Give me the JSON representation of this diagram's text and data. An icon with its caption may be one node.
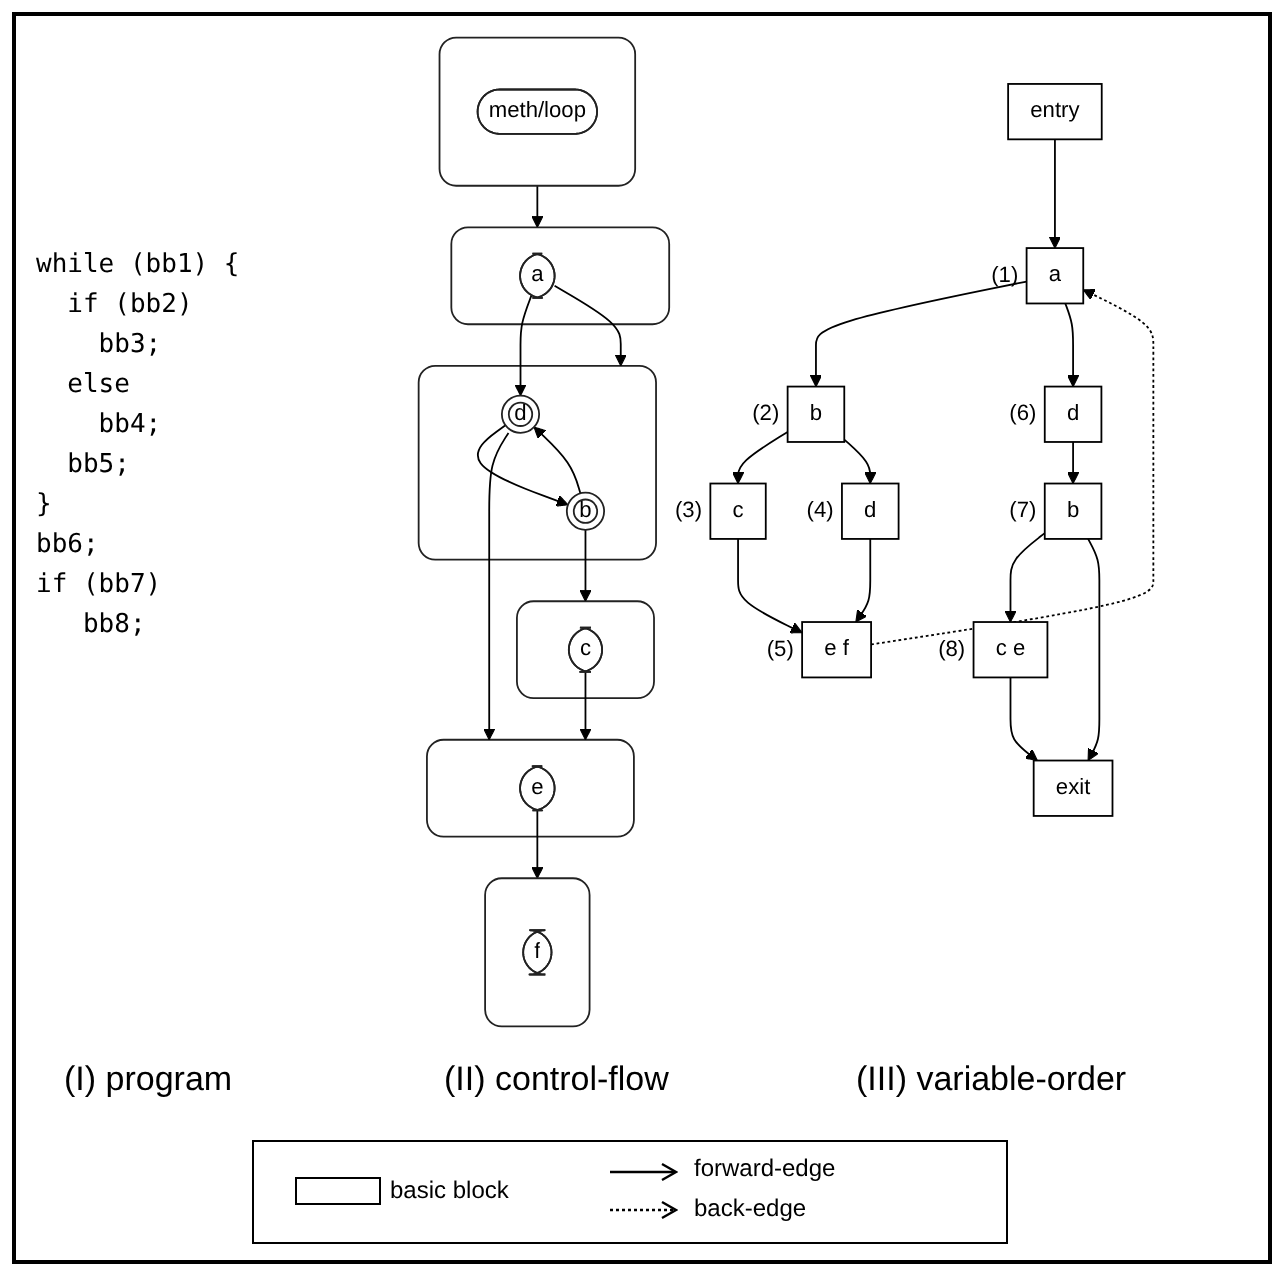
{
  "diagram": {
    "nodes": [
      {
        "text": [
          "entry"
        ]
      },
      {
        "text": [
          "a"
        ],
        "beside": [
          "(1)"
        ]
      },
      {
        "text": [
          "b"
        ],
        "beside": [
          "(2)"
        ]
      },
      {
        "text": [
          "c"
        ],
        "beside": [
          "(3)"
        ]
      },
      {
        "text": [
          "d"
        ],
        "beside": [
          "(4)"
        ]
      },
      {
        "text": [
          "e f"
        ],
        "beside": [
          "(5)"
        ]
      },
      {
        "text": [
          "d"
        ],
        "beside": [
          "(6)"
        ]
      },
      {
        "text": [
          "b"
        ],
        "beside": [
          "(7)"
        ]
      },
      {
        "text": [
          "c e"
        ],
        "beside": [
          "(8)"
        ]
      },
      {
        "text": [
          "exit"
        ]
      },
      {
        "text": [],
        "shape": "box"
      },
      {
        "text": [
          "meth/loop"
        ],
        "in": 10
      },
      {
        "text": [],
        "shape": "box"
      },
      {
        "text": [
          "a"
        ],
        "in": 12
      },
      {
        "text": [],
        "shape": "box"
      },
      {
        "text": [
          "b"
        ],
        "in": 14
      },
      {
        "text": [
          "d"
        ],
        "in": 14
      },
      {
        "text": [],
        "shape": "box"
      },
      {
        "text": [
          "c"
        ],
        "in": 17
      },
      {
        "text": [],
        "shape": "box"
      },
      {
        "text": [
          "e"
        ],
        "in": 19
      },
      {
        "text": [],
        "shape": "box"
      },
      {
        "text": [
          "f"
        ],
        "in": 21
      }
    ],
    "edges": [
      {
        "from": 0,
        "to": 1,
        "arrow": "to"
      },
      {
        "from": 1,
        "to": 2,
        "arrow": "to"
      },
      {
        "from": 2,
        "to": 3,
        "arrow": "to"
      },
      {
        "from": 2,
        "to": 4,
        "arrow": "to"
      },
      {
        "from": 3,
        "to": 5,
        "arrow": "to"
      },
      {
        "from": 4,
        "to": 5,
        "arrow": "to"
      },
      {
        "from": 5,
        "to": 1,
        "arrow": "to",
        "style": "dashed"
      },
      {
        "from": 1,
        "to": 6,
        "arrow": "to"
      },
      {
        "from": 6,
        "to": 7,
        "arrow": "to"
      },
      {
        "from": 7,
        "to": 8,
        "arrow": "to"
      },
      {
        "from": 7,
        "to": 9,
        "arrow": "to"
      },
      {
        "from": 8,
        "to": 9,
        "arrow": "to"
      },
      {
        "from": 10,
        "to": 12,
        "arrow": "to"
      },
      {
        "from": 13,
        "to": 14,
        "arrow": "to"
      },
      {
        "from": 13,
        "to": 16,
        "arrow": "to"
      },
      {
        "from": 15,
        "to": 16,
        "arrow": "to"
      },
      {
        "from": 16,
        "to": 15,
        "arrow": "to"
      },
      {
        "from": 15,
        "to": 17,
        "arrow": "to"
      },
      {
        "from": 18,
        "to": 19,
        "arrow": "to"
      },
      {
        "from": 16,
        "to": 19,
        "arrow": "to"
      },
      {
        "from": 20,
        "to": 21,
        "arrow": "to"
      }
    ],
    "labels": [
      "while (bb1) {",
      "  if (bb2)",
      "    bb3;",
      "  else",
      "    bb4;",
      "  bb5;",
      "}",
      "bb6;",
      "if (bb7)",
      "   bb8;",
      "(I) program",
      "(II) control-flow",
      "(III) variable-order"
    ],
    "legend": [
      {
        "text": "basic block"
      },
      {
        "text": "forward-edge"
      },
      {
        "text": "back-edge"
      }
    ]
  }
}
